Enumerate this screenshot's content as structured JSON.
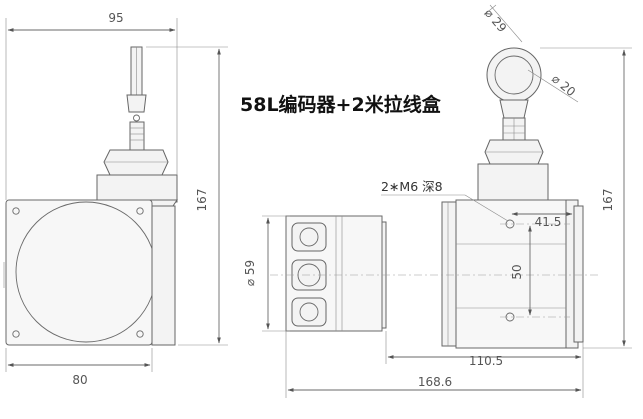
{
  "title": "58L编码器+2米拉线盒",
  "note": "2∗M6 深8",
  "dimensions": {
    "front_width_top": "95",
    "front_width_bottom": "80",
    "front_height": "167",
    "side_diameter": "⌀ 59",
    "side_total_length": "168.6",
    "side_length_110": "110.5",
    "side_offset": "41.5",
    "side_hole_spacing": "50",
    "side_height": "167",
    "pulley_outer_diameter": "⌀ 29",
    "pulley_inner_diameter": "⌀ 20"
  }
}
